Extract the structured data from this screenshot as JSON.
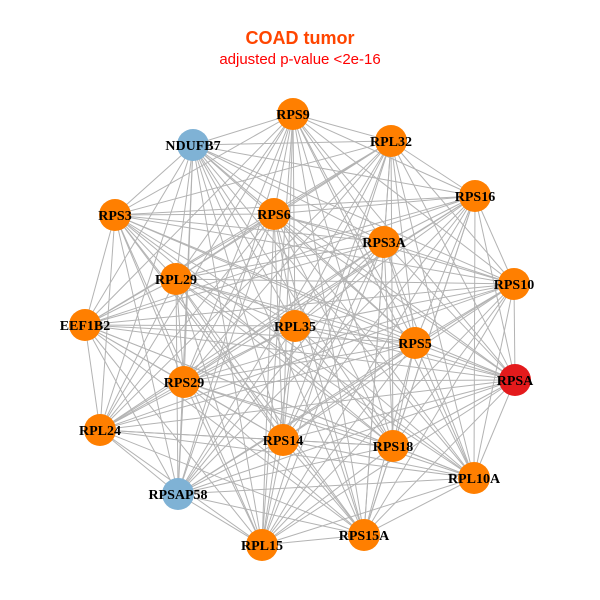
{
  "title": "COAD tumor",
  "subtitle": "adjusted p-value <2e-16",
  "colors": {
    "title": "#ff4500",
    "subtitle": "#ff0000",
    "edge": "#b3b3b3",
    "orange": "#ff7f00",
    "blue": "#7fb2d5",
    "red": "#e41a1c"
  },
  "nodes": [
    {
      "id": "RPS9",
      "color": "orange"
    },
    {
      "id": "NDUFB7",
      "color": "blue"
    },
    {
      "id": "RPL32",
      "color": "orange"
    },
    {
      "id": "RPS16",
      "color": "orange"
    },
    {
      "id": "RPS3",
      "color": "orange"
    },
    {
      "id": "RPS6",
      "color": "orange"
    },
    {
      "id": "RPS3A",
      "color": "orange"
    },
    {
      "id": "RPS10",
      "color": "orange"
    },
    {
      "id": "RPL29",
      "color": "orange"
    },
    {
      "id": "EEF1B2",
      "color": "orange"
    },
    {
      "id": "RPL35",
      "color": "orange"
    },
    {
      "id": "RPS5",
      "color": "orange"
    },
    {
      "id": "RPSA",
      "color": "red"
    },
    {
      "id": "RPS29",
      "color": "orange"
    },
    {
      "id": "RPL24",
      "color": "orange"
    },
    {
      "id": "RPS14",
      "color": "orange"
    },
    {
      "id": "RPS18",
      "color": "orange"
    },
    {
      "id": "RPL10A",
      "color": "orange"
    },
    {
      "id": "RPSAP58",
      "color": "blue"
    },
    {
      "id": "RPL15",
      "color": "orange"
    },
    {
      "id": "RPS15A",
      "color": "orange"
    }
  ],
  "edges": "all-pairs"
}
